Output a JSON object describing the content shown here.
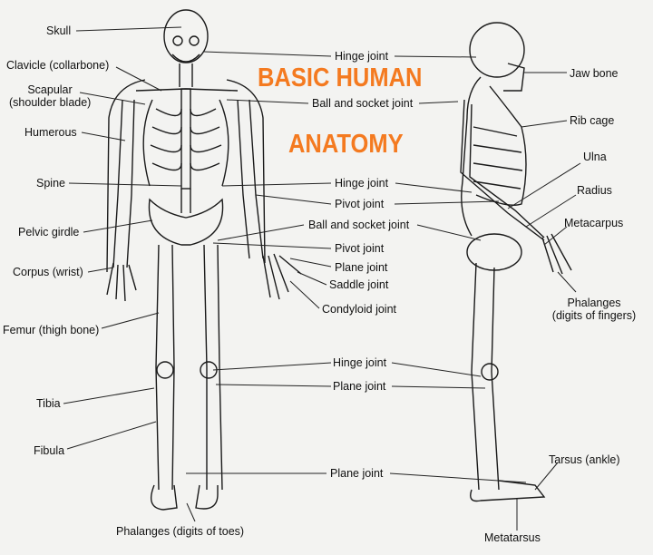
{
  "title": {
    "line1": "BASIC HUMAN",
    "line2": "ANATOMY",
    "color": "#f47a20"
  },
  "front_labels": {
    "skull": "Skull",
    "clavicle": "Clavicle (collarbone)",
    "scapular1": "Scapular",
    "scapular2": "(shoulder blade)",
    "humerous": "Humerous",
    "spine": "Spine",
    "pelvic": "Pelvic girdle",
    "corpus": "Corpus (wrist)",
    "femur": "Femur (thigh bone)",
    "tibia": "Tibia",
    "fibula": "Fibula",
    "phalanges_toes": "Phalanges (digits of toes)"
  },
  "center_labels": {
    "hinge1": "Hinge joint",
    "ball1": "Ball and socket joint",
    "hinge2": "Hinge joint",
    "pivot1": "Pivot joint",
    "ball2": "Ball and socket joint",
    "pivot2": "Pivot joint",
    "plane1": "Plane joint",
    "saddle": "Saddle joint",
    "condyloid": "Condyloid joint",
    "hinge3": "Hinge joint",
    "plane2": "Plane joint",
    "plane3": "Plane joint"
  },
  "side_labels": {
    "jaw": "Jaw bone",
    "rib": "Rib cage",
    "ulna": "Ulna",
    "radius": "Radius",
    "metacarpus": "Metacarpus",
    "phal1": "Phalanges",
    "phal2": "(digits of fingers)",
    "tarsus": "Tarsus (ankle)",
    "metatarsus": "Metatarsus"
  }
}
